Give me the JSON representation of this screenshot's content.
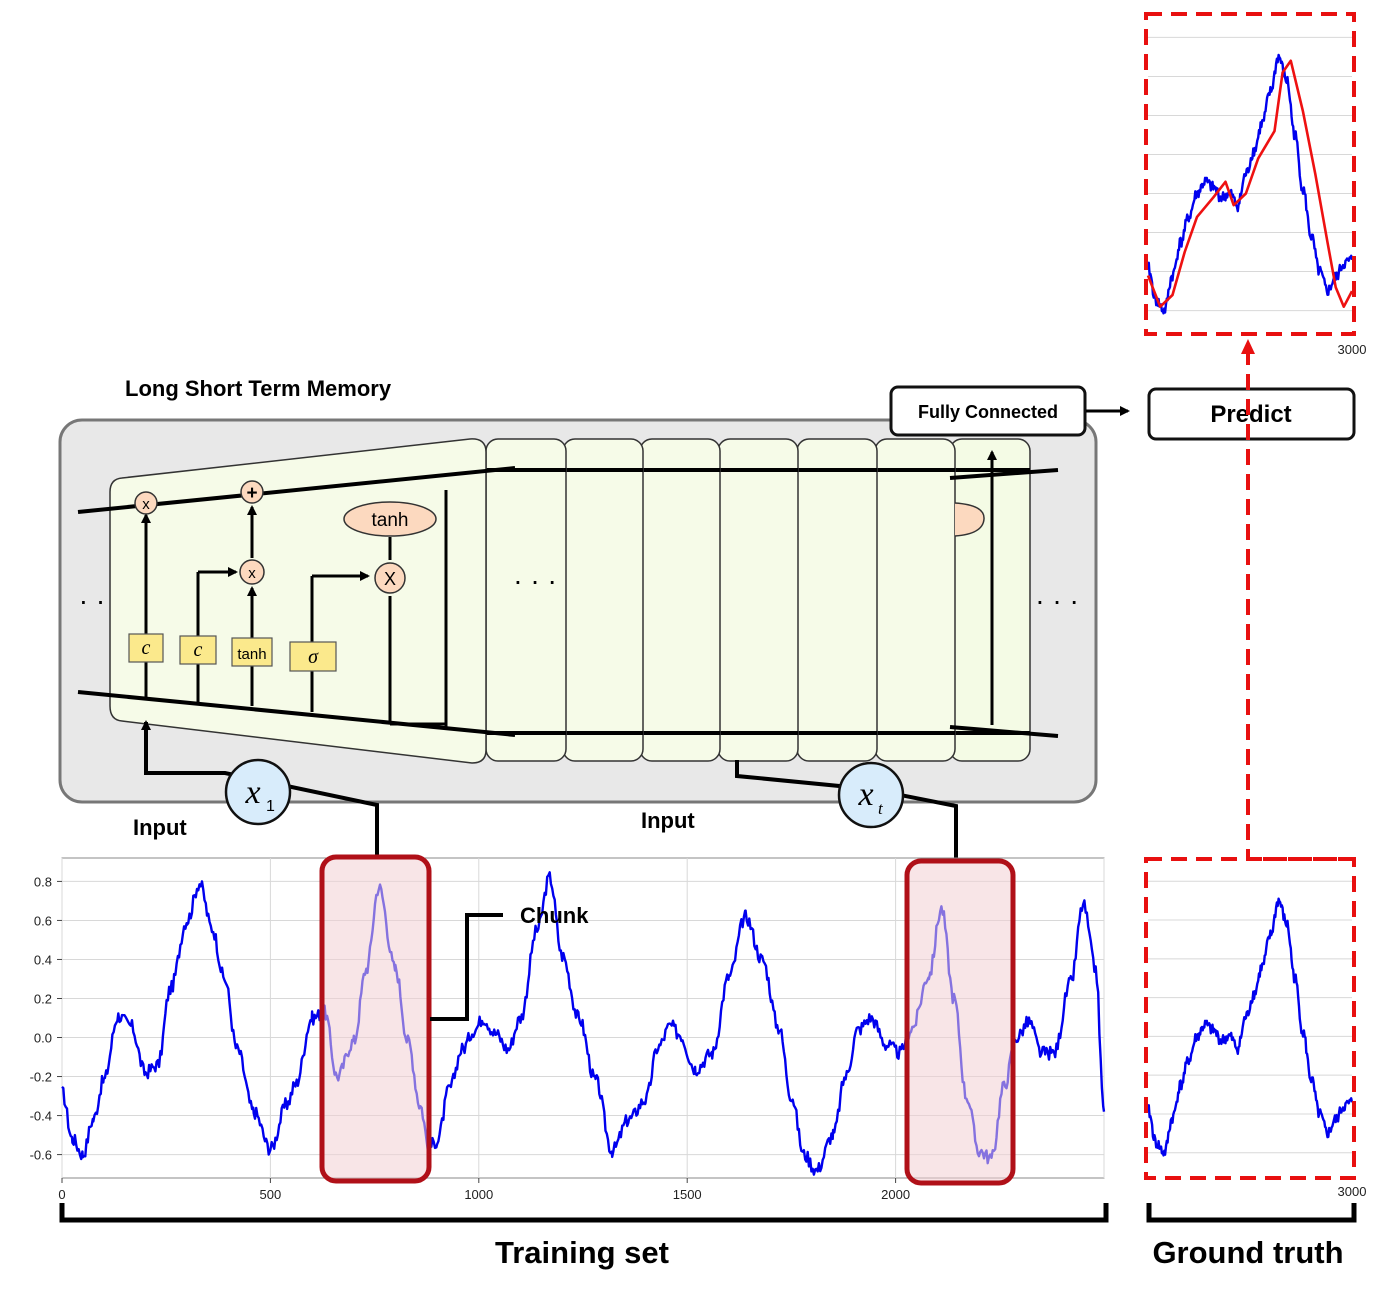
{
  "lstm": {
    "title": "Long Short Term Memory",
    "gate_mult": "x",
    "gate_plus": "+",
    "tanh_label": "tanh",
    "cell_x": "X",
    "block_labels": [
      "c",
      "c",
      "tanh",
      "σ"
    ],
    "ellipsis": "· · ·",
    "left_dots": "· ·",
    "input_x1": "x",
    "input_x1_sub": "1",
    "input_xt": "x",
    "input_xt_sub": "t"
  },
  "labels": {
    "fully_connected": "Fully Connected",
    "predict": "Predict",
    "input_left": "Input",
    "input_right": "Input",
    "chunk": "Chunk",
    "training_set": "Training set",
    "ground_truth": "Ground truth"
  },
  "colors": {
    "signal": "#0000ee",
    "prediction": "#ee1111",
    "chunk_border": "#b01018",
    "chunk_fill": "#f3d0d3",
    "dashed": "#e81010",
    "panel_bg": "#e8e8e8",
    "card_bg": "#f6fbe8",
    "gate_fill": "#fcd9bf",
    "block_fill": "#fbe98c",
    "input_circle": "#d8ecfb"
  },
  "chart_data": [
    {
      "type": "line",
      "role": "training-set",
      "xlim": [
        0,
        2500
      ],
      "ylim": [
        -0.72,
        0.92
      ],
      "xticks": [
        0,
        500,
        1000,
        1500,
        2000
      ],
      "yticks": [
        0.8,
        0.6,
        0.4,
        0.2,
        0.0,
        -0.2,
        -0.4,
        -0.6
      ],
      "ytick_labels": [
        "0.8",
        "0.6",
        "0.4",
        "0.2",
        "0.0",
        "-0.2",
        "-0.4",
        "-0.6"
      ],
      "grid": true,
      "series": [
        {
          "x": [
            0,
            25,
            50,
            75,
            100,
            135,
            165,
            200,
            230,
            260,
            300,
            330,
            360,
            390,
            420,
            460,
            500,
            540,
            560,
            600,
            630,
            660,
            700,
            730,
            760,
            800,
            830,
            860,
            880,
            900,
            930,
            960,
            990,
            1010,
            1040,
            1070,
            1100,
            1140,
            1170,
            1200,
            1240,
            1280,
            1320,
            1360,
            1400,
            1430,
            1460,
            1480,
            1520,
            1560,
            1600,
            1640,
            1680,
            1720,
            1750,
            1780,
            1810,
            1850,
            1880,
            1910,
            1940,
            1980,
            2010,
            2040,
            2080,
            2110,
            2140,
            2170,
            2200,
            2230,
            2260,
            2290,
            2320,
            2350,
            2380,
            2420,
            2450,
            2480,
            2500
          ],
          "y": [
            -0.28,
            -0.52,
            -0.6,
            -0.42,
            -0.22,
            0.11,
            0.06,
            -0.18,
            -0.14,
            0.25,
            0.6,
            0.79,
            0.56,
            0.3,
            -0.06,
            -0.38,
            -0.57,
            -0.34,
            -0.24,
            0.1,
            0.13,
            -0.2,
            -0.02,
            0.35,
            0.77,
            0.35,
            -0.02,
            -0.35,
            -0.56,
            -0.53,
            -0.26,
            -0.06,
            0.04,
            0.1,
            0.02,
            -0.06,
            0.1,
            0.55,
            0.82,
            0.42,
            0.1,
            -0.22,
            -0.58,
            -0.42,
            -0.32,
            -0.05,
            0.06,
            0.02,
            -0.16,
            -0.08,
            0.31,
            0.62,
            0.4,
            0.05,
            -0.3,
            -0.6,
            -0.68,
            -0.5,
            -0.2,
            0.04,
            0.1,
            -0.04,
            -0.08,
            0.05,
            0.32,
            0.66,
            0.2,
            -0.3,
            -0.58,
            -0.62,
            -0.25,
            0.0,
            0.08,
            -0.08,
            -0.08,
            0.28,
            0.68,
            0.35,
            -0.38
          ]
        }
      ]
    },
    {
      "type": "line",
      "role": "ground-truth",
      "xlim": [
        2500,
        3000
      ],
      "ylim": [
        -0.72,
        0.92
      ],
      "xticks": [
        3000
      ],
      "grid": true,
      "series": [
        {
          "x": [
            2500,
            2520,
            2540,
            2560,
            2580,
            2600,
            2620,
            2640,
            2660,
            2680,
            2700,
            2720,
            2740,
            2760,
            2780,
            2800,
            2820,
            2840,
            2860,
            2880,
            2900,
            2920,
            2940,
            2960,
            2980,
            3000
          ],
          "y": [
            -0.38,
            -0.55,
            -0.6,
            -0.42,
            -0.25,
            -0.12,
            0.0,
            0.06,
            0.03,
            -0.02,
            0.0,
            -0.06,
            0.1,
            0.22,
            0.36,
            0.52,
            0.7,
            0.58,
            0.3,
            0.02,
            -0.22,
            -0.4,
            -0.5,
            -0.43,
            -0.36,
            -0.34
          ]
        }
      ]
    },
    {
      "type": "line",
      "role": "prediction",
      "xlim": [
        2500,
        3000
      ],
      "ylim": [
        -0.72,
        0.92
      ],
      "xticks": [
        3000
      ],
      "grid": true,
      "series": [
        {
          "x": [
            2500,
            2520,
            2540,
            2560,
            2580,
            2600,
            2620,
            2640,
            2660,
            2680,
            2700,
            2720,
            2740,
            2760,
            2780,
            2800,
            2820,
            2840,
            2860,
            2880,
            2900,
            2920,
            2940,
            2960,
            2980,
            3000
          ],
          "y": [
            -0.38,
            -0.55,
            -0.6,
            -0.42,
            -0.25,
            -0.12,
            0.0,
            0.06,
            0.03,
            -0.02,
            0.0,
            -0.06,
            0.1,
            0.22,
            0.36,
            0.52,
            0.7,
            0.58,
            0.3,
            0.02,
            -0.22,
            -0.4,
            -0.5,
            -0.43,
            -0.36,
            -0.34
          ]
        },
        {
          "x": [
            2500,
            2530,
            2560,
            2590,
            2620,
            2660,
            2690,
            2710,
            2740,
            2770,
            2810,
            2830,
            2850,
            2880,
            2910,
            2940,
            2960,
            2980,
            3000
          ],
          "y": [
            -0.42,
            -0.58,
            -0.52,
            -0.3,
            -0.12,
            -0.02,
            0.06,
            -0.06,
            0.0,
            0.18,
            0.32,
            0.62,
            0.68,
            0.42,
            0.1,
            -0.25,
            -0.48,
            -0.58,
            -0.5
          ]
        }
      ]
    }
  ]
}
